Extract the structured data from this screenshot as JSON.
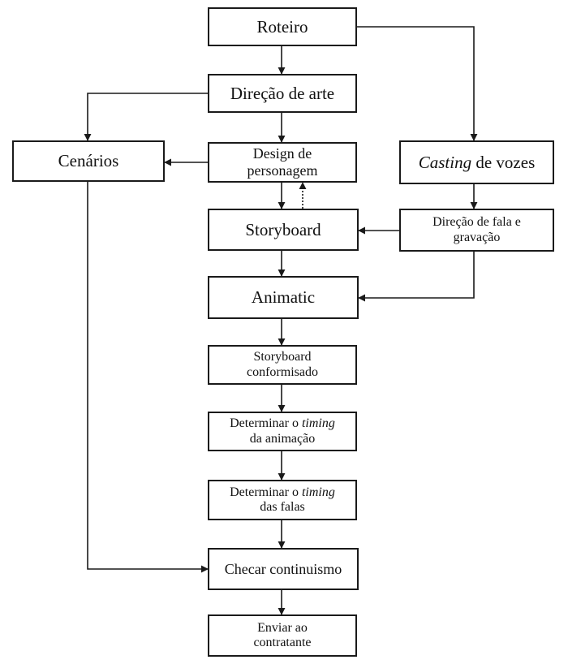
{
  "nodes": {
    "roteiro": {
      "line1": "Roteiro"
    },
    "direcao_arte": {
      "line1": "Direção de arte"
    },
    "cenarios": {
      "line1": "Cenários"
    },
    "design_personagem": {
      "line1": "Design de",
      "line2": "personagem"
    },
    "casting_vozes": {
      "italic": "Casting",
      "rest": " de vozes"
    },
    "storyboard": {
      "line1": "Storyboard"
    },
    "direcao_fala": {
      "line1": "Direção de fala e",
      "line2": "gravação"
    },
    "animatic": {
      "line1": "Animatic"
    },
    "storyboard_conformisado": {
      "line1": "Storyboard",
      "line2": "conformisado"
    },
    "timing_animacao": {
      "pre": "Determinar o ",
      "italic": "timing",
      "line2": "da animação"
    },
    "timing_falas": {
      "pre": "Determinar o ",
      "italic": "timing",
      "line2": "das falas"
    },
    "checar_continuismo": {
      "line1": "Checar continuismo"
    },
    "enviar_contratante": {
      "line1": "Enviar ao",
      "line2": "contratante"
    }
  },
  "colors": {
    "stroke": "#1a1a1a",
    "text": "#111111",
    "background": "#ffffff"
  }
}
